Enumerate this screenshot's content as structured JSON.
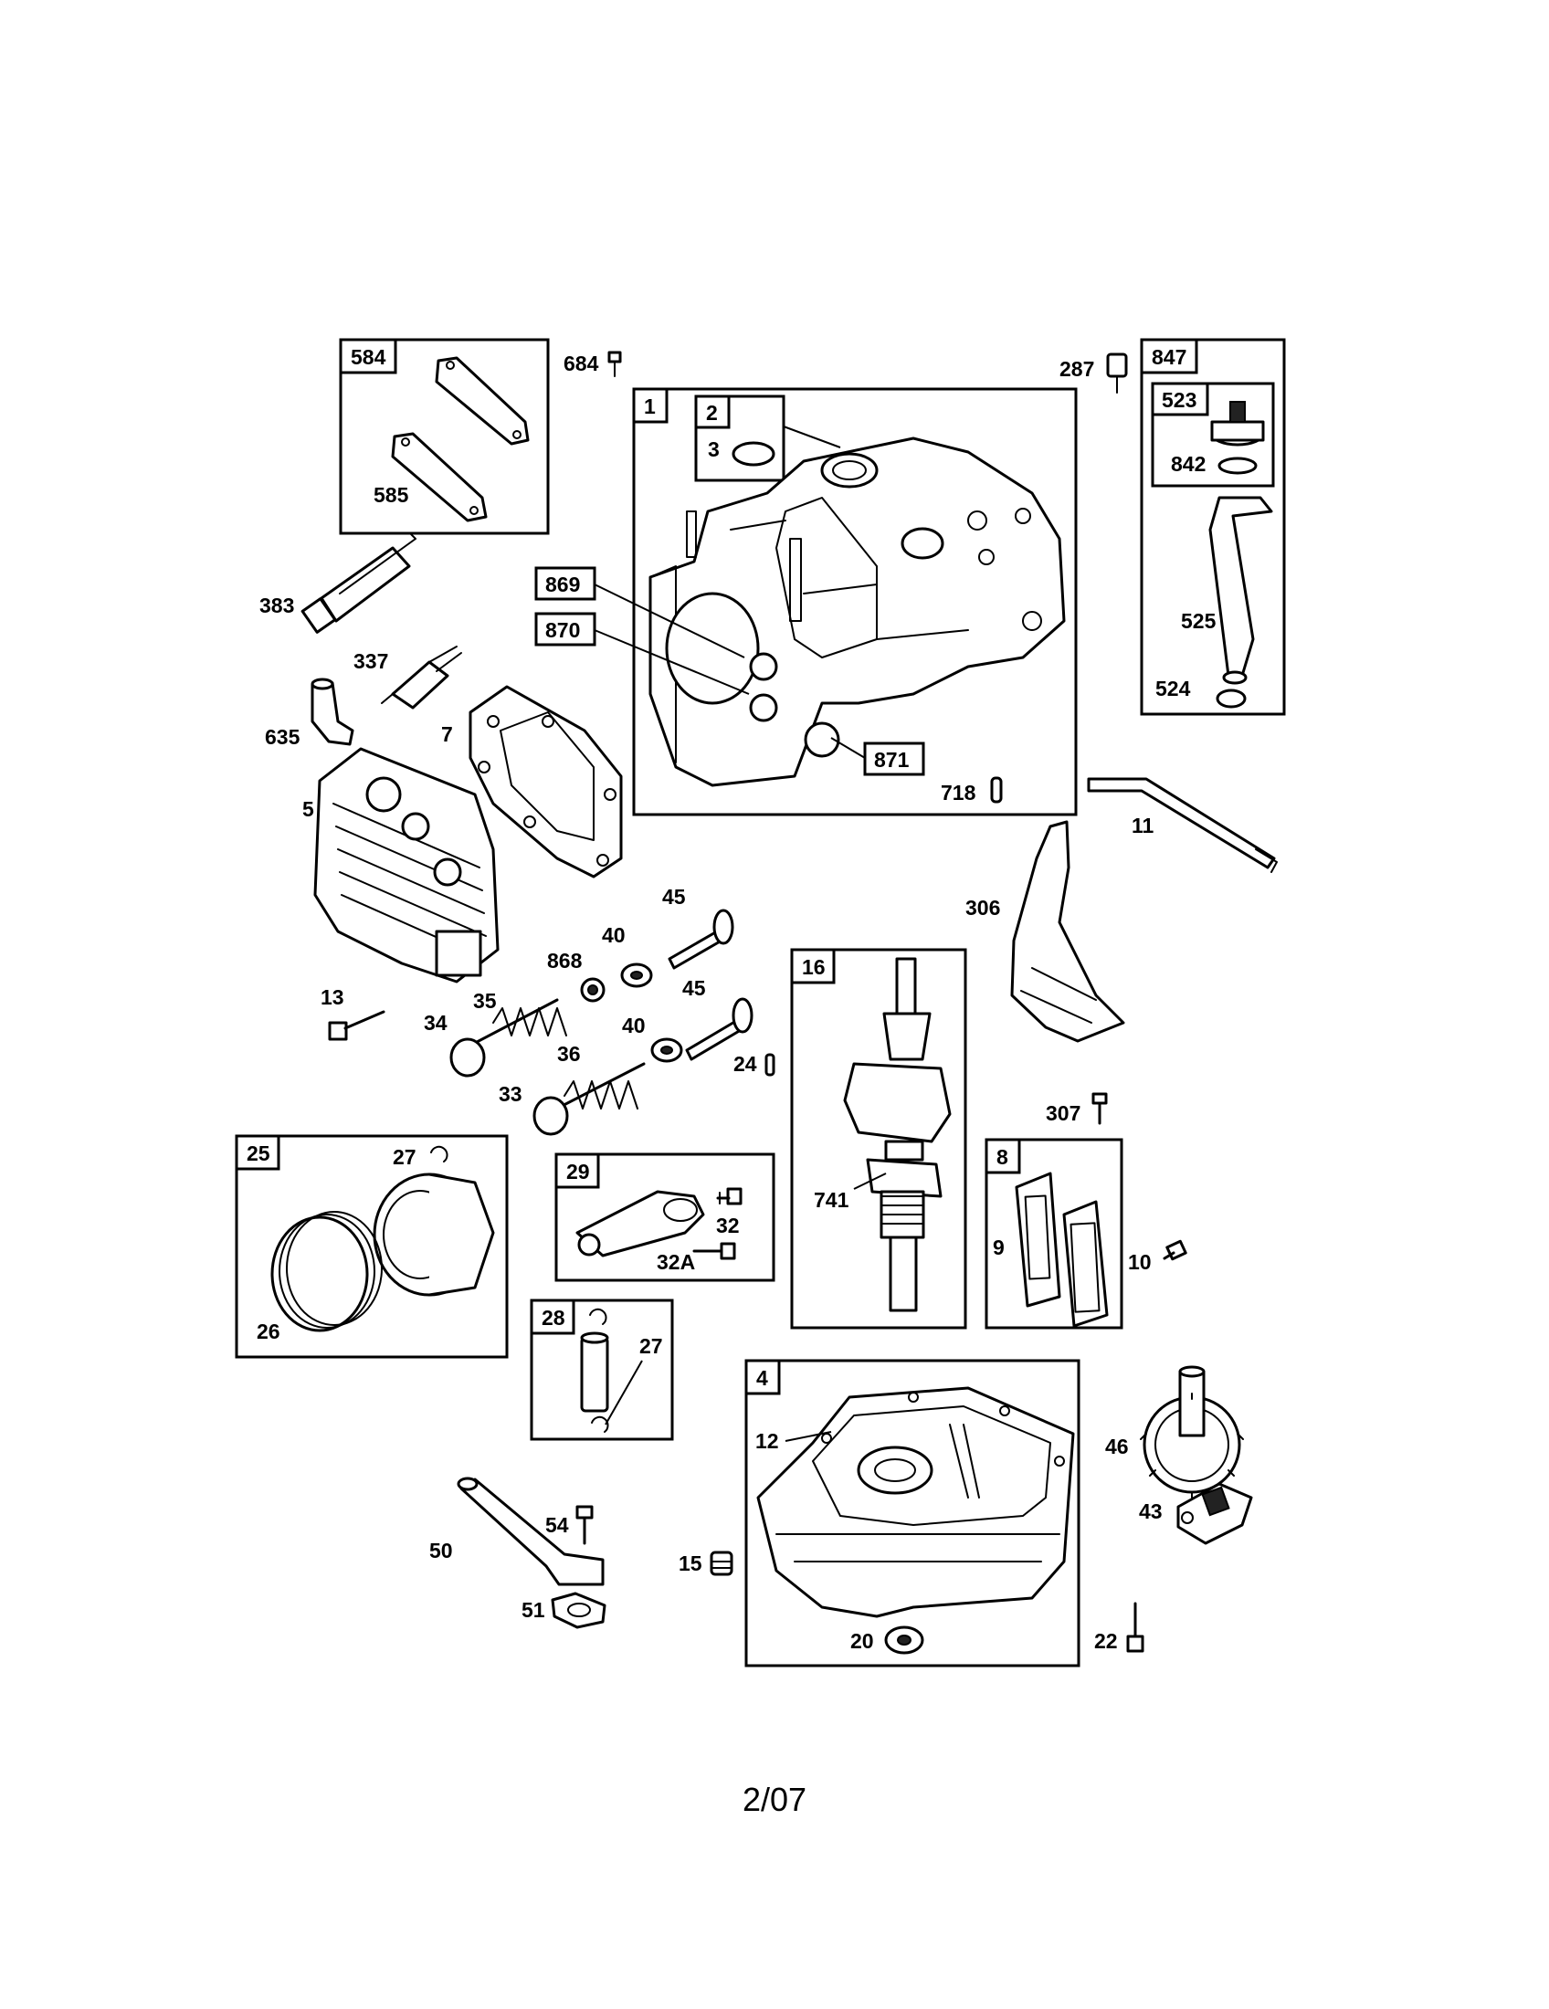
{
  "footer": {
    "page_number": "2/07"
  },
  "boxes": {
    "b584": "584",
    "b847": "847",
    "b1": "1",
    "b2": "2",
    "b523": "523",
    "b869": "869",
    "b870": "870",
    "b871": "871",
    "b16": "16",
    "b25": "25",
    "b29": "29",
    "b8": "8",
    "b28": "28",
    "b4": "4"
  },
  "labels": {
    "l684": "684",
    "l287": "287",
    "l3": "3",
    "l842": "842",
    "l585": "585",
    "l383": "383",
    "l337": "337",
    "l635": "635",
    "l7": "7",
    "l525": "525",
    "l524": "524",
    "l718": "718",
    "l11": "11",
    "l5": "5",
    "l306": "306",
    "l45a": "45",
    "l40a": "40",
    "l868": "868",
    "l45b": "45",
    "l13": "13",
    "l35": "35",
    "l34": "34",
    "l40b": "40",
    "l36": "36",
    "l24": "24",
    "l33": "33",
    "l307": "307",
    "l27a": "27",
    "l741": "741",
    "l32": "32",
    "l32a": "32A",
    "l9": "9",
    "l10": "10",
    "l26": "26",
    "l27b": "27",
    "l12": "12",
    "l46": "46",
    "l54": "54",
    "l50": "50",
    "l15": "15",
    "l43": "43",
    "l51": "51",
    "l20": "20",
    "l22": "22"
  }
}
